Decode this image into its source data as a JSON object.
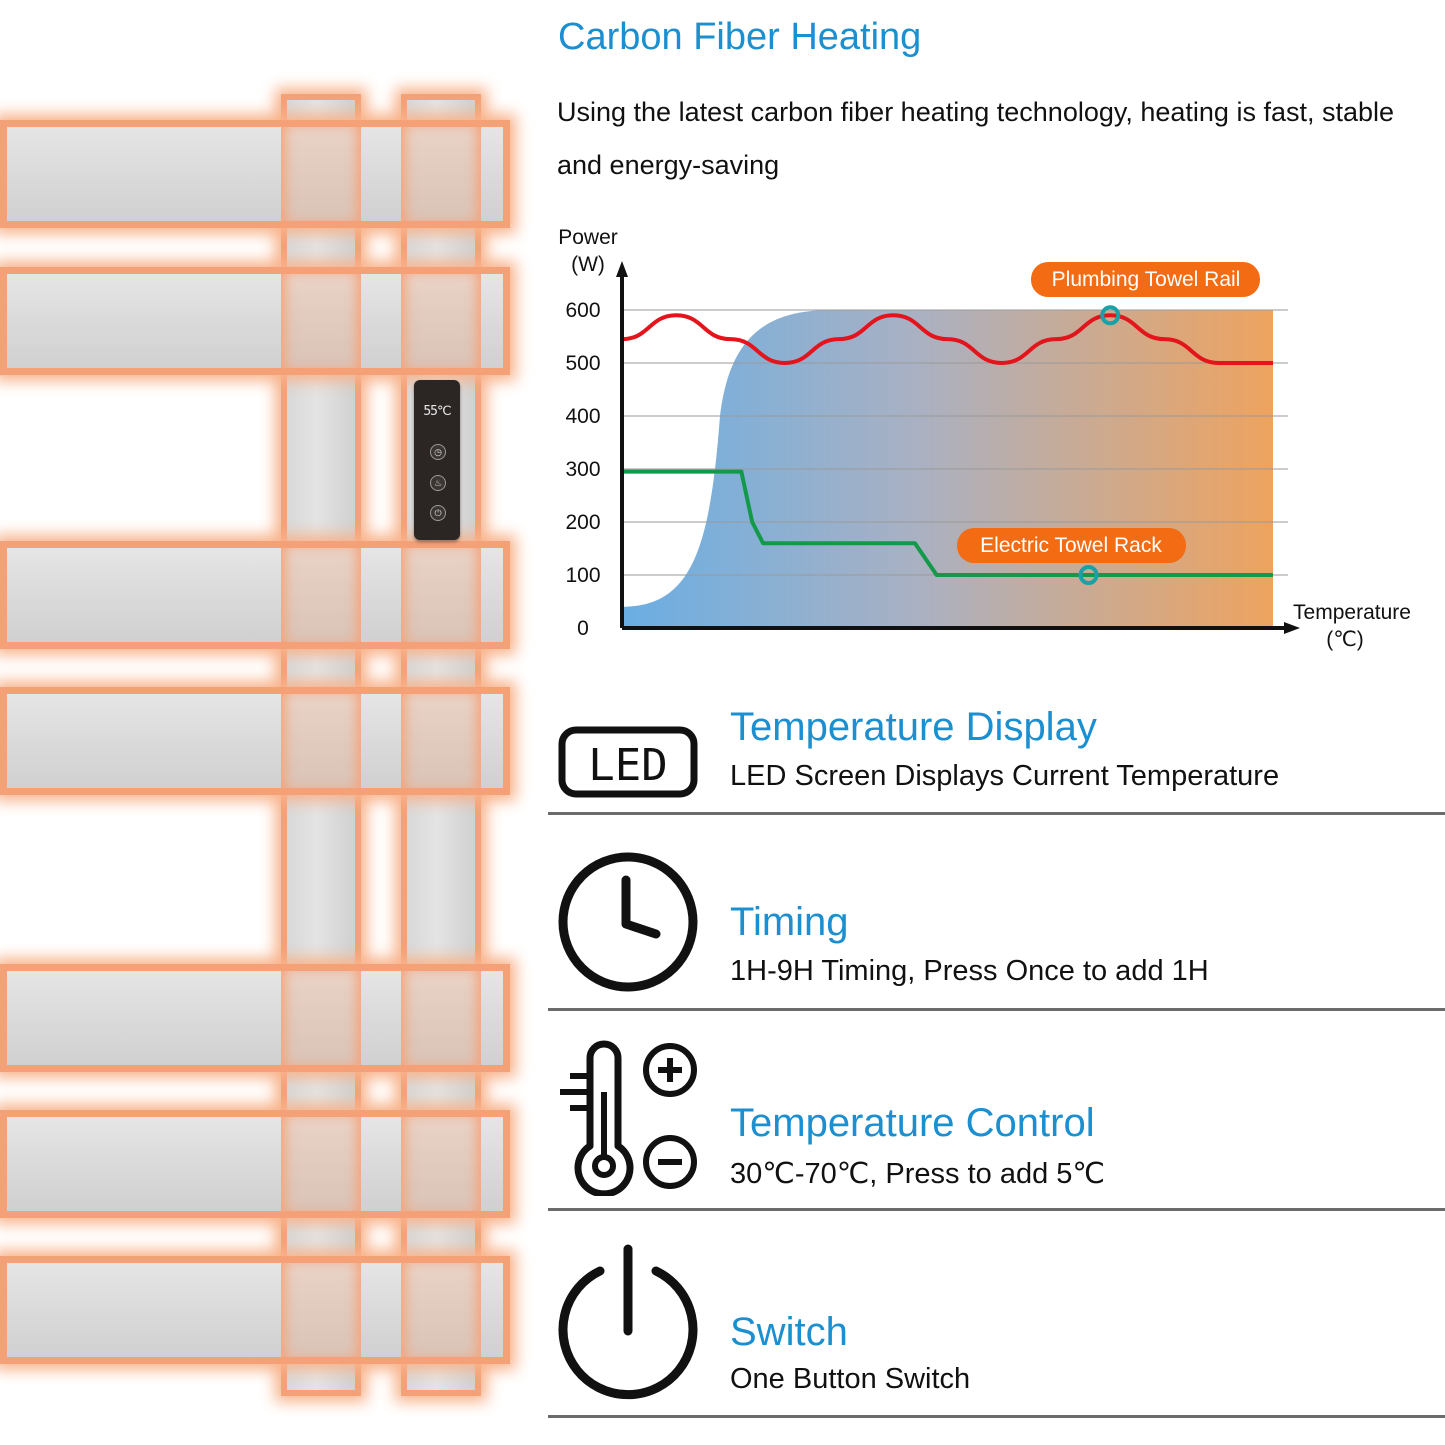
{
  "heading": "Carbon Fiber Heating",
  "intro": "Using the latest carbon fiber heating technology, heating is fast, stable and energy-saving",
  "controller": {
    "display": "55℃"
  },
  "chart_data": {
    "type": "line",
    "ylabel_line1": "Power",
    "ylabel_line2": "(W)",
    "xlabel_line1": "Temperature",
    "xlabel_line2": "(℃)",
    "yticks": [
      0,
      100,
      200,
      300,
      400,
      500,
      600
    ],
    "ylim": [
      0,
      600
    ],
    "grid": true,
    "series": [
      {
        "name": "Plumbing Towel Rail",
        "color": "#e3141b",
        "x": [
          0,
          0.5,
          1,
          1.5,
          2,
          2.5,
          3,
          3.5,
          4,
          4.5,
          5,
          5.5,
          6
        ],
        "values": [
          545,
          590,
          545,
          500,
          545,
          590,
          545,
          500,
          545,
          590,
          545,
          500,
          500
        ]
      },
      {
        "name": "Electric Towel Rack",
        "color": "#13994a",
        "x": [
          0,
          1.1,
          1.2,
          1.3,
          2.7,
          2.8,
          2.9,
          6
        ],
        "values": [
          295,
          295,
          200,
          160,
          160,
          130,
          100,
          100
        ]
      }
    ]
  },
  "features": [
    {
      "icon": "led-icon",
      "icon_text": "LED",
      "title": "Temperature Display",
      "desc": "LED Screen Displays Current Temperature"
    },
    {
      "icon": "clock-icon",
      "title": "Timing",
      "desc": "1H-9H Timing, Press Once to add 1H"
    },
    {
      "icon": "thermometer-icon",
      "title": "Temperature Control",
      "desc": "30℃-70℃, Press to add 5℃"
    },
    {
      "icon": "power-icon",
      "title": "Switch",
      "desc": "One Button Switch"
    }
  ],
  "colors": {
    "accent": "#1b8fd0",
    "heat_glow": "#f5a178",
    "label_badge": "#f36c13"
  }
}
